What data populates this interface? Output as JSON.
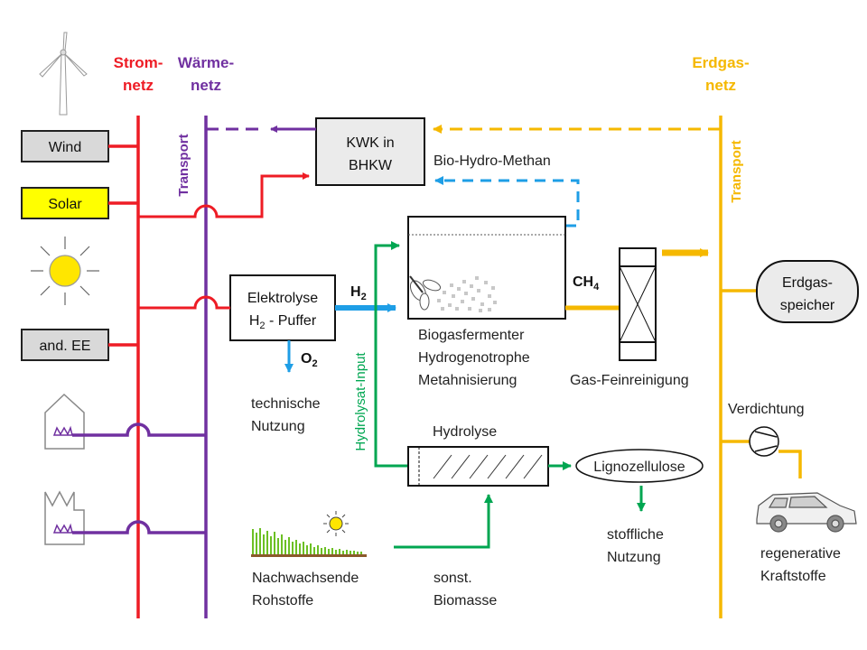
{
  "colors": {
    "power": "#ee1c25",
    "heat": "#7030a0",
    "gas": "#f5b800",
    "green": "#00a651",
    "blue": "#1e9ee6",
    "solar_box": "#ffff00",
    "gray_box": "#d9d9d9"
  },
  "grids": {
    "power_line1": "Strom-",
    "power_line2": "netz",
    "heat_line1": "Wärme-",
    "heat_line2": "netz",
    "gas_line1": "Erdgas-",
    "gas_line2": "netz",
    "heat_transport": "Transport",
    "gas_transport": "Transport"
  },
  "sources": {
    "wind": "Wind",
    "solar": "Solar",
    "other": "and. EE"
  },
  "kwk": {
    "line1": "KWK in",
    "line2": "BHKW"
  },
  "bio_hydro_methan": "Bio-Hydro-Methan",
  "elektrolyse": {
    "line1": "Elektrolyse",
    "line2_main": "H",
    "line2_sub": "2",
    "line2_rest": " - Puffer"
  },
  "h2": {
    "main": "H",
    "sub": "2"
  },
  "o2": {
    "main": "O",
    "sub": "2"
  },
  "ch4": {
    "main": "CH",
    "sub": "4"
  },
  "technische_nutzung": {
    "line1": "technische",
    "line2": "Nutzung"
  },
  "fermenter": {
    "line1": "Biogasfermenter",
    "line2": "Hydrogenotrophe",
    "line3": "Metahnisierung"
  },
  "gas_cleaning": "Gas-Feinreinigung",
  "storage": {
    "line1": "Erdgas-",
    "line2": "speicher"
  },
  "compression": "Verdichtung",
  "fuels": {
    "line1": "regenerative",
    "line2": "Kraftstoffe"
  },
  "hydrolysat": "Hydrolysat-Input",
  "hydrolyse": "Hydrolyse",
  "ligno": "Lignozellulose",
  "stoffliche": {
    "line1": "stoffliche",
    "line2": "Nutzung"
  },
  "nawaro": {
    "line1": "Nachwachsende",
    "line2": "Rohstoffe"
  },
  "biomasse": {
    "line1": "sonst.",
    "line2": "Biomasse"
  }
}
